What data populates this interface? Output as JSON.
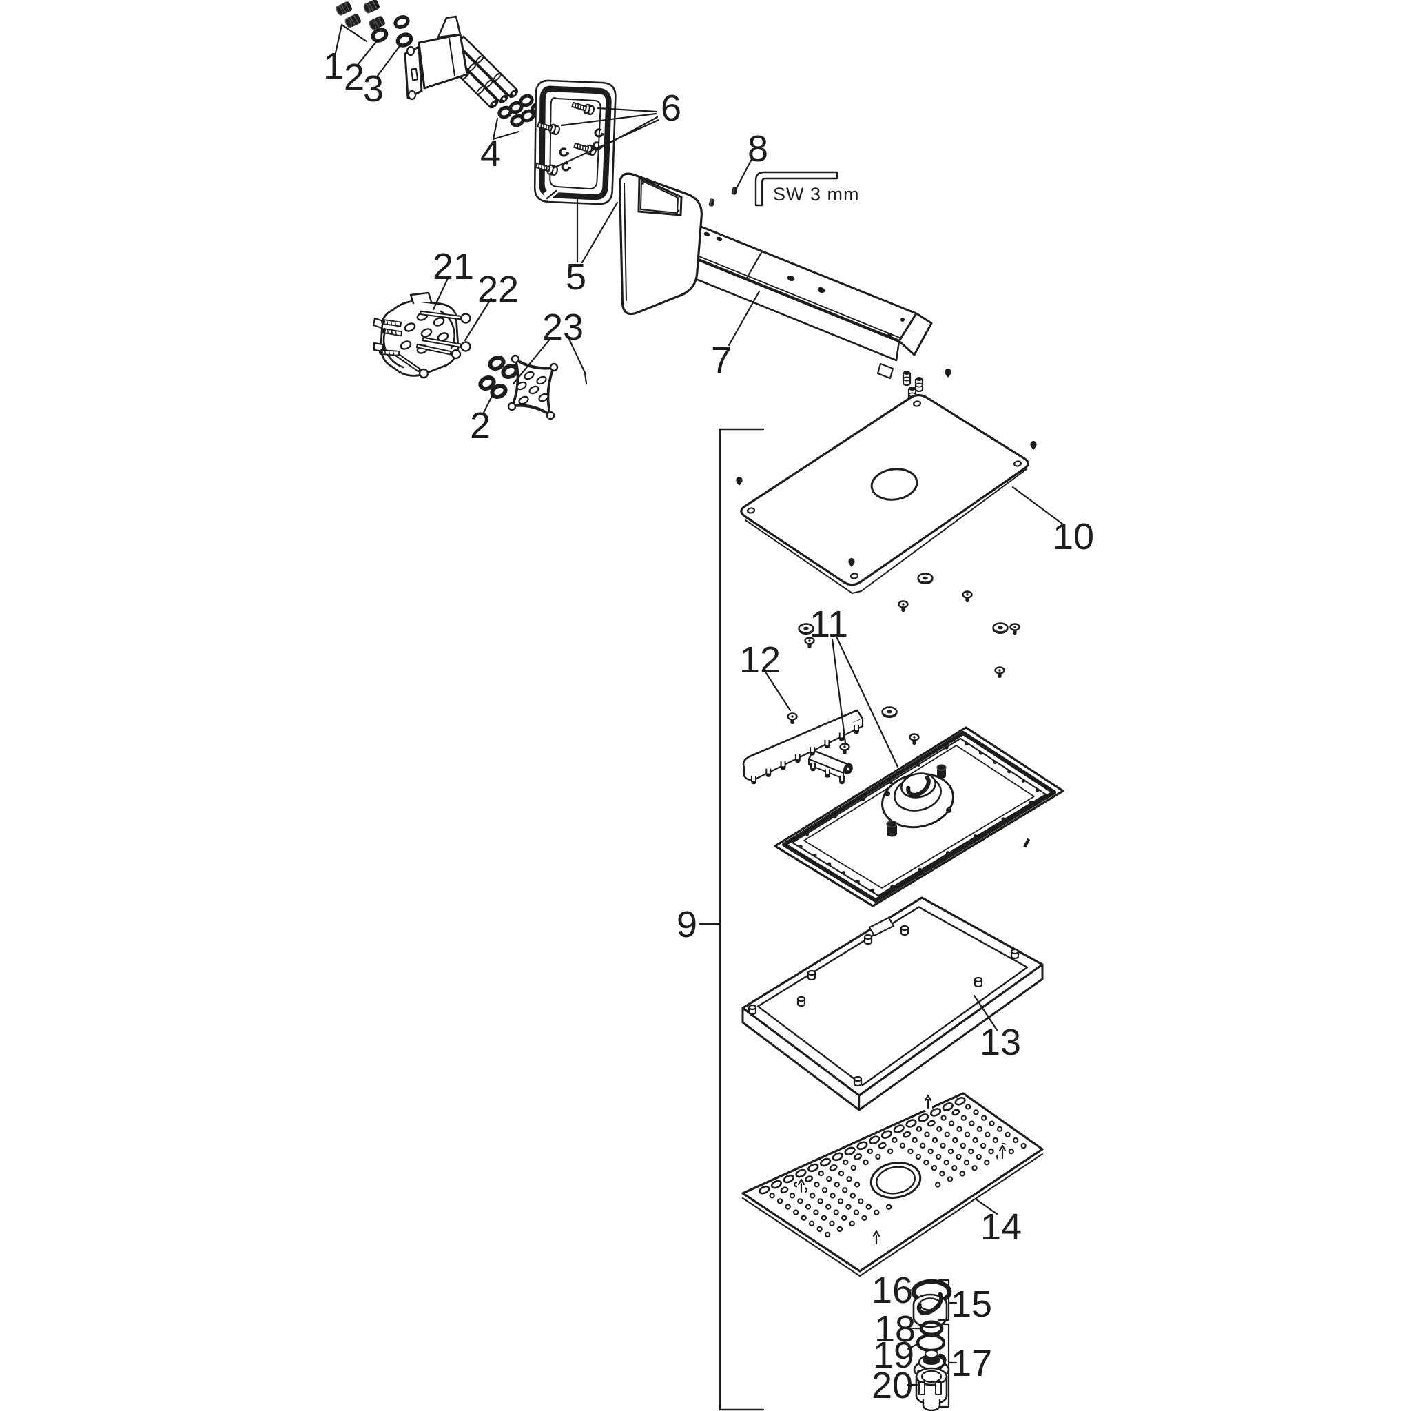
{
  "figure": {
    "background": "#ffffff",
    "line_color": "#1d1d1b",
    "type": "exploded-parts-diagram"
  },
  "tool_note": {
    "label": "SW 3 mm"
  },
  "callouts": {
    "c1": "1",
    "c2": "2",
    "c3": "3",
    "c4": "4",
    "c5": "5",
    "c6": "6",
    "c7": "7",
    "c8": "8",
    "c9": "9",
    "c10": "10",
    "c11": "11",
    "c12": "12",
    "c13": "13",
    "c14": "14",
    "c15": "15",
    "c16": "16",
    "c17": "17",
    "c18": "18",
    "c19": "19",
    "c20": "20",
    "c21": "21",
    "c22": "22",
    "c23": "23",
    "c2b": "2"
  }
}
